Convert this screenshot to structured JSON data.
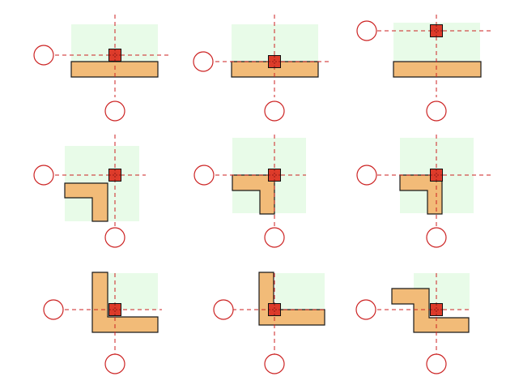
{
  "colors": {
    "background": "#ffffff",
    "highlight_zone": "#e8fbe8",
    "member_fill": "#f2bb78",
    "member_stroke": "#1a1a1a",
    "grid_line": "#cc2222",
    "grid_bubble": "#cc2222",
    "column_fill": "#dd3b2a",
    "column_stroke": "#111111"
  },
  "diagram": {
    "rows": 3,
    "columns": 3,
    "panel_count": 9,
    "text_labels": "none",
    "panels": [
      {
        "row": 1,
        "col": 1,
        "member_shape": "straight-beam",
        "zone": "above-beam"
      },
      {
        "row": 1,
        "col": 2,
        "member_shape": "straight-beam",
        "zone": "above-beam"
      },
      {
        "row": 1,
        "col": 3,
        "member_shape": "straight-beam",
        "zone": "above-beam"
      },
      {
        "row": 2,
        "col": 1,
        "member_shape": "l-shape-downward",
        "zone": "upper-right"
      },
      {
        "row": 2,
        "col": 2,
        "member_shape": "l-shape-downward",
        "zone": "upper-right"
      },
      {
        "row": 2,
        "col": 3,
        "member_shape": "l-shape-downward",
        "zone": "upper-right"
      },
      {
        "row": 3,
        "col": 1,
        "member_shape": "l-shape-upward",
        "zone": "upper-right"
      },
      {
        "row": 3,
        "col": 2,
        "member_shape": "l-shape-upward",
        "zone": "upper-right"
      },
      {
        "row": 3,
        "col": 3,
        "member_shape": "z-shape",
        "zone": "upper-right"
      }
    ]
  }
}
